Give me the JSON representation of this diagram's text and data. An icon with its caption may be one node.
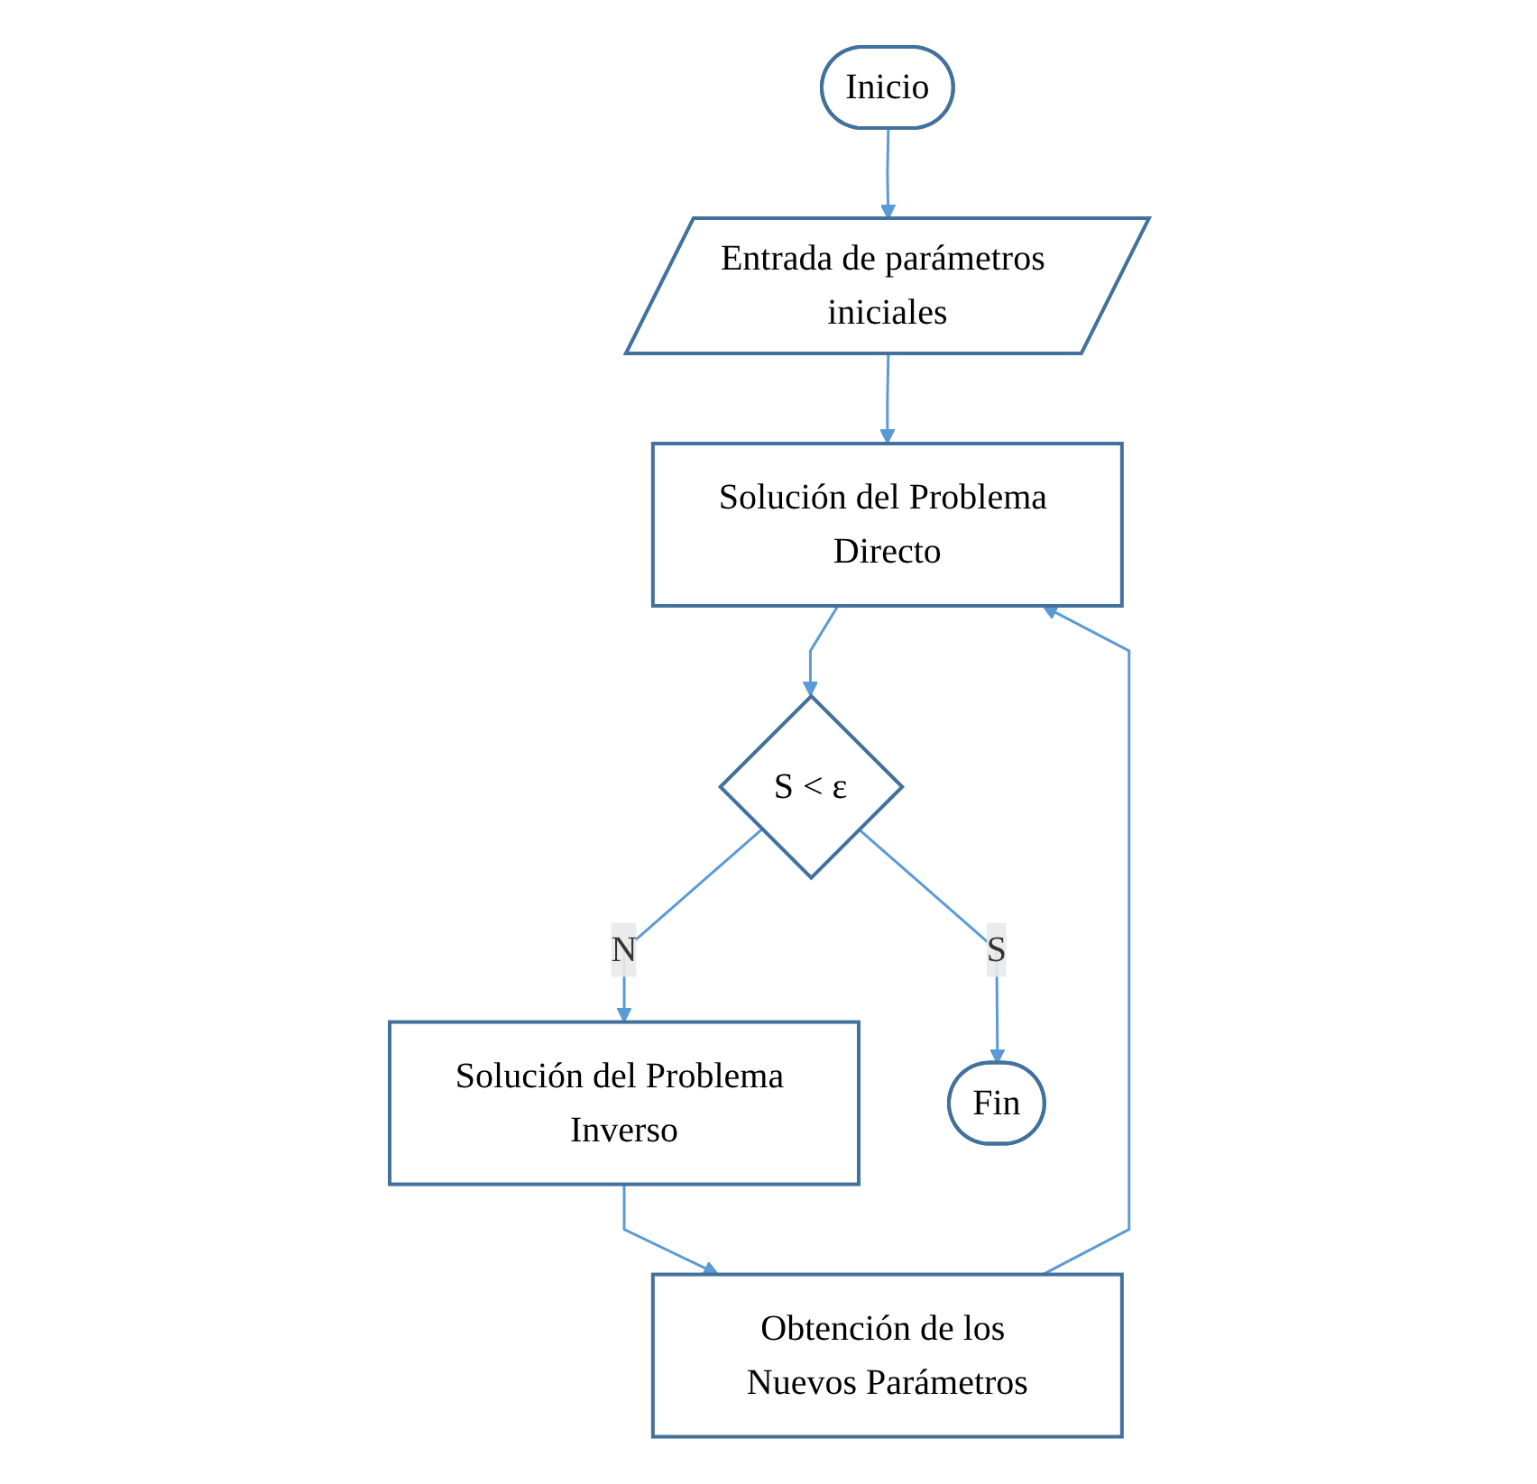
{
  "diagram": {
    "nodes": [
      {
        "text": [
          "Inicio"
        ]
      },
      {
        "text": [
          "Entrada de parámetros iniciales"
        ]
      },
      {
        "text": [
          "Solución del Problema Directo"
        ]
      },
      {
        "text": [
          "Solución del Problema Inverso"
        ]
      },
      {
        "text": [
          "S < ε"
        ]
      },
      {
        "text": [
          "Obtención de los Nuevos Parámetros"
        ]
      },
      {
        "text": [
          "Fin"
        ]
      }
    ],
    "edges": [
      {
        "from": 0,
        "to": 1,
        "arrow": "to"
      },
      {
        "from": 1,
        "to": 2,
        "arrow": "to"
      },
      {
        "from": 2,
        "to": 4,
        "arrow": "to"
      },
      {
        "from": 4,
        "to": 3,
        "arrow": "to",
        "label": "N"
      },
      {
        "from": 3,
        "to": 5,
        "arrow": "to"
      },
      {
        "from": 5,
        "to": 2,
        "arrow": "to"
      },
      {
        "from": 4,
        "to": 6,
        "arrow": "to",
        "label": "S"
      }
    ]
  }
}
